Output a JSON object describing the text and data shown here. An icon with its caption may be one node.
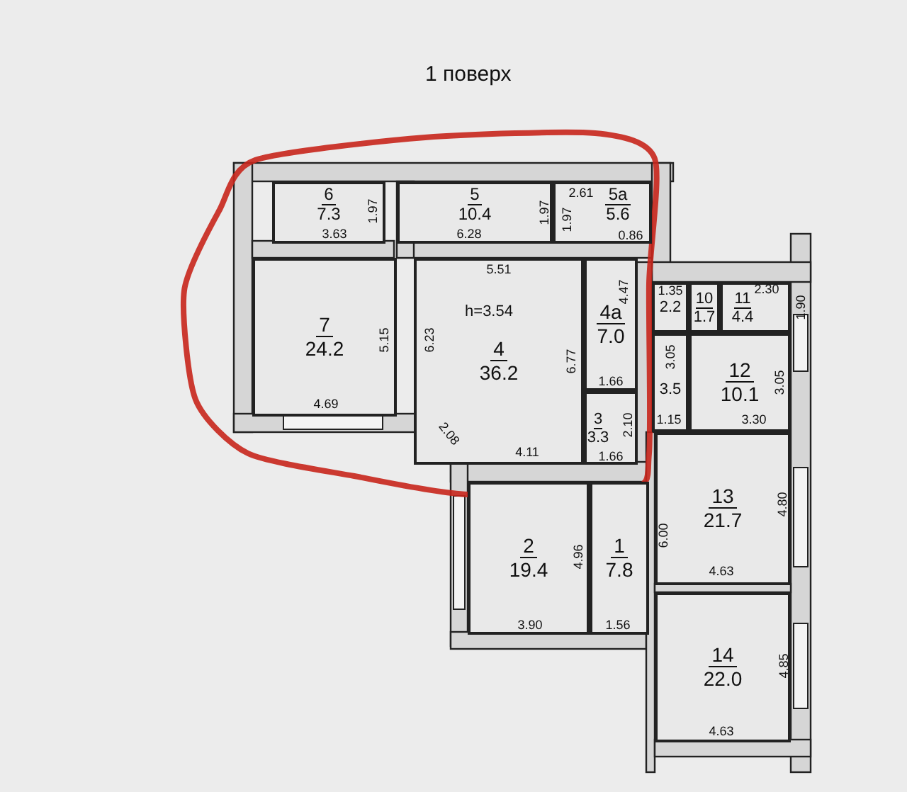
{
  "diagram": {
    "title": "1 поверх",
    "nodes": [
      {
        "text": [
          "6",
          "7.3"
        ]
      },
      {
        "text": [
          "5",
          "10.4"
        ]
      },
      {
        "text": [
          "5а",
          "5.6"
        ]
      },
      {
        "text": [
          "7",
          "24.2"
        ]
      },
      {
        "text": [
          "4",
          "36.2"
        ]
      },
      {
        "text": [
          "4а",
          "7.0"
        ]
      },
      {
        "text": [
          "3",
          "3.3"
        ]
      },
      {
        "text": [
          "2.2"
        ]
      },
      {
        "text": [
          "10",
          "1.7"
        ]
      },
      {
        "text": [
          "11",
          "4.4"
        ]
      },
      {
        "text": [
          "3.5"
        ]
      },
      {
        "text": [
          "12",
          "10.1"
        ]
      },
      {
        "text": [
          "13",
          "21.7"
        ]
      },
      {
        "text": [
          "2",
          "19.4"
        ]
      },
      {
        "text": [
          "1",
          "7.8"
        ]
      },
      {
        "text": [
          "14",
          "22.0"
        ]
      }
    ],
    "labels": [
      "3.63",
      "1.97",
      "6.28",
      "2.61",
      "1.97",
      "1.97",
      "0.86",
      "5.51",
      "4.47",
      "h=3.54",
      "5.15",
      "6.23",
      "6.77",
      "1.66",
      "4.69",
      "2.08",
      "2.10",
      "4.11",
      "1.66",
      "1.35",
      "2.30",
      "1.90",
      "3.05",
      "3.05",
      "1.15",
      "3.30",
      "4.80",
      "6.00",
      "4.96",
      "4.63",
      "3.90",
      "1.56",
      "4.85",
      "4.63"
    ]
  }
}
